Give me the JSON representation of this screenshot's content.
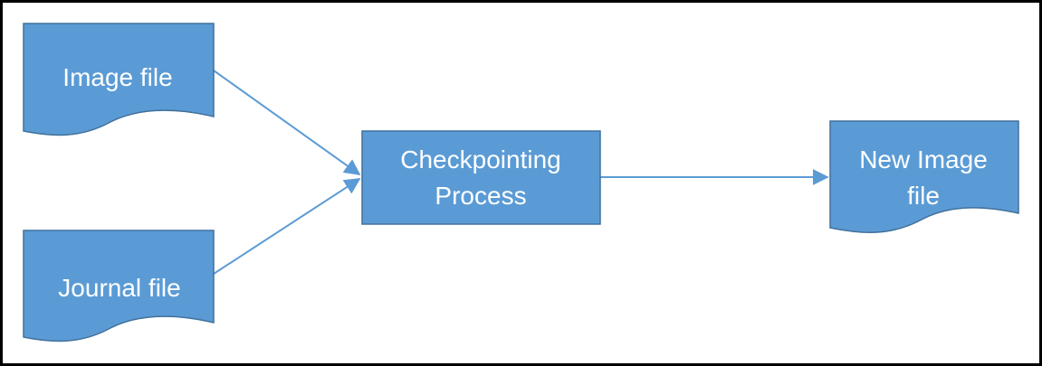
{
  "nodes": [
    {
      "id": "image-file",
      "label_lines": [
        "Image file"
      ]
    },
    {
      "id": "journal-file",
      "label_lines": [
        "Journal file"
      ]
    },
    {
      "id": "checkpointing-process",
      "label_lines": [
        "Checkpointing",
        "Process"
      ]
    },
    {
      "id": "new-image-file",
      "label_lines": [
        "New Image",
        "file"
      ]
    }
  ],
  "edges": [
    {
      "from": "image-file",
      "to": "checkpointing-process"
    },
    {
      "from": "journal-file",
      "to": "checkpointing-process"
    },
    {
      "from": "checkpointing-process",
      "to": "new-image-file"
    }
  ],
  "colors": {
    "node_fill": "#5b9bd5",
    "node_stroke": "#41719c",
    "edge": "#5b9bd5",
    "text": "#ffffff"
  }
}
